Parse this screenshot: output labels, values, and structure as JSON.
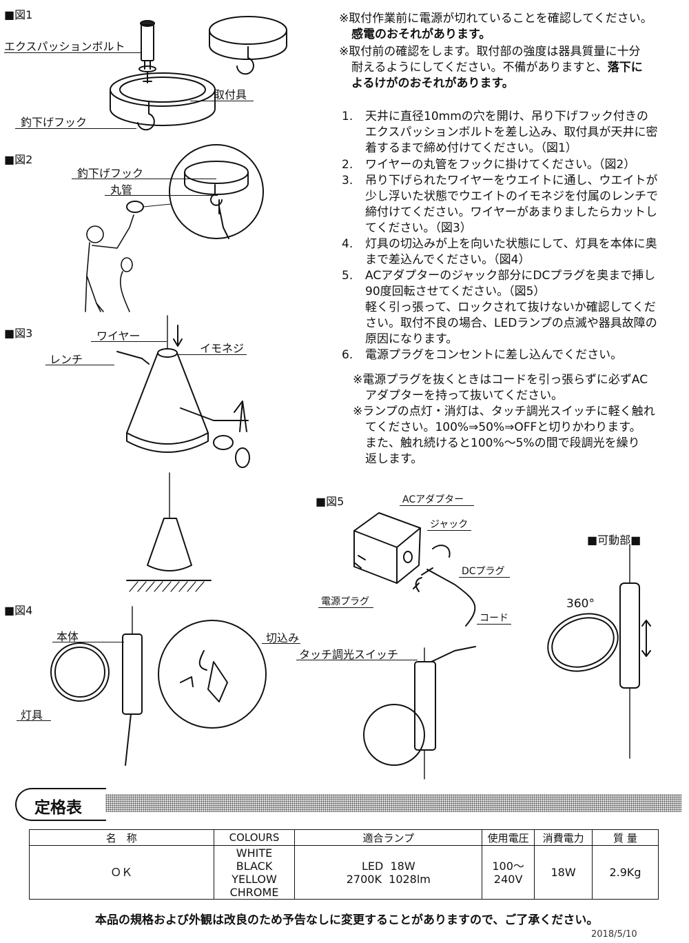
{
  "figures": {
    "fig1": "■図1",
    "fig2": "■図2",
    "fig3": "■図3",
    "fig4": "■図4",
    "fig5": "■図5",
    "movable": "■可動部■"
  },
  "labels": {
    "expansion_bolt": "エクスパッションボルト",
    "mount": "取付具",
    "hook1": "釣下げフック",
    "hook2": "釣下げフック",
    "pipe": "丸管",
    "wire": "ワイヤー",
    "wrench": "レンチ",
    "eye_screw": "イモネジ",
    "body": "本体",
    "fixture": "灯具",
    "notch": "切込み",
    "ac_adapter": "ACアダプター",
    "jack": "ジャック",
    "dc_plug": "DCプラグ",
    "power_plug": "電源プラグ",
    "cord": "コード",
    "touch_switch": "タッチ調光スイッチ",
    "deg360": "360°"
  },
  "notes": {
    "n1_l1": "※取付作業前に電源が切れていることを確認してください。",
    "n1_l2": "感電のおそれがあります。",
    "n2_l1": "※取付前の確認をします。取付部の強度は器具質量に十分",
    "n2_l2a": "耐えるようにしてください。不備がありますと、",
    "n2_l2b": "落下に",
    "n2_l3": "よるけがのおそれがあります。"
  },
  "steps": [
    {
      "num": "1.",
      "lines": [
        "天井に直径10mmの穴を開け、吊り下げフック付きの",
        "エクスパッションボルトを差し込み、取付具が天井に密",
        "着するまで締め付けてください。（図1）"
      ]
    },
    {
      "num": "2.",
      "lines": [
        "ワイヤーの丸管をフックに掛けてください。（図2）"
      ]
    },
    {
      "num": "3.",
      "lines": [
        "吊り下げられたワイヤーをウエイトに通し、ウエイトが",
        "少し浮いた状態でウエイトのイモネジを付属のレンチで",
        "締付けてください。ワイヤーがあまりましたらカットし",
        "てください。（図3）"
      ]
    },
    {
      "num": "4.",
      "lines": [
        "灯具の切込みが上を向いた状態にして、灯具を本体に奥",
        "まで差込んでください。（図4）"
      ]
    },
    {
      "num": "5.",
      "lines": [
        "ACアダプターのジャック部分にDCプラグを奥まで挿し",
        "90度回転させてください。（図5）",
        "軽く引っ張って、ロックされて抜けないか確認してくだ",
        "さい。取付不良の場合、LEDランプの点滅や器具故障の",
        "原因になります。"
      ]
    },
    {
      "num": "6.",
      "lines": [
        "電源プラグをコンセントに差し込んでください。"
      ]
    }
  ],
  "subnotes": [
    [
      "※電源プラグを抜くときはコードを引っ張らずに必ずAC",
      "アダプターを持って抜いてください。"
    ],
    [
      "※ランプの点灯・消灯は、タッチ調光スイッチに軽く触れ",
      "てください。100%⇒50%⇒OFFと切りかわります。",
      "また、触れ続けると100%～5%の間で段調光を繰り",
      "返します。"
    ]
  ],
  "spec": {
    "title": "定格表",
    "headers": [
      "名　称",
      "COLOURS",
      "適合ランプ",
      "使用電圧",
      "消費電力",
      "質 量"
    ],
    "row": {
      "name": "ＯＫ",
      "colours": [
        "WHITE",
        "BLACK",
        "YELLOW",
        "CHROME"
      ],
      "lamp": [
        "LED  18W",
        "2700K  1028lm"
      ],
      "voltage": [
        "100～",
        "240V"
      ],
      "power": "18W",
      "weight": "2.9Kg"
    }
  },
  "footer": {
    "note": "本品の規格および外観は改良のため予告なしに変更することがありますので、ご了承ください。",
    "date": "2018/5/10"
  }
}
